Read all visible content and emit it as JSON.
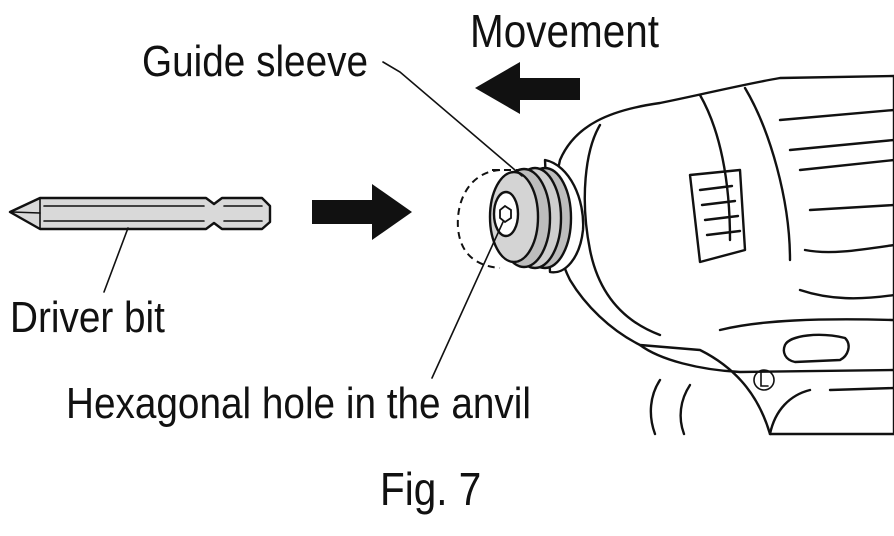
{
  "figure": {
    "caption": "Fig. 7",
    "labels": {
      "movement": "Movement",
      "guide_sleeve": "Guide sleeve",
      "driver_bit": "Driver bit",
      "hex_hole": "Hexagonal hole in the anvil"
    },
    "icons": {
      "insert_arrow": "arrow-right-icon",
      "movement_arrow": "arrow-left-icon",
      "lock_symbol": "circled-l-icon"
    },
    "colors": {
      "ink": "#111111",
      "bit_fill": "#d9d9d9",
      "sleeve_fill": "#bdbdbd",
      "background": "#ffffff"
    }
  }
}
